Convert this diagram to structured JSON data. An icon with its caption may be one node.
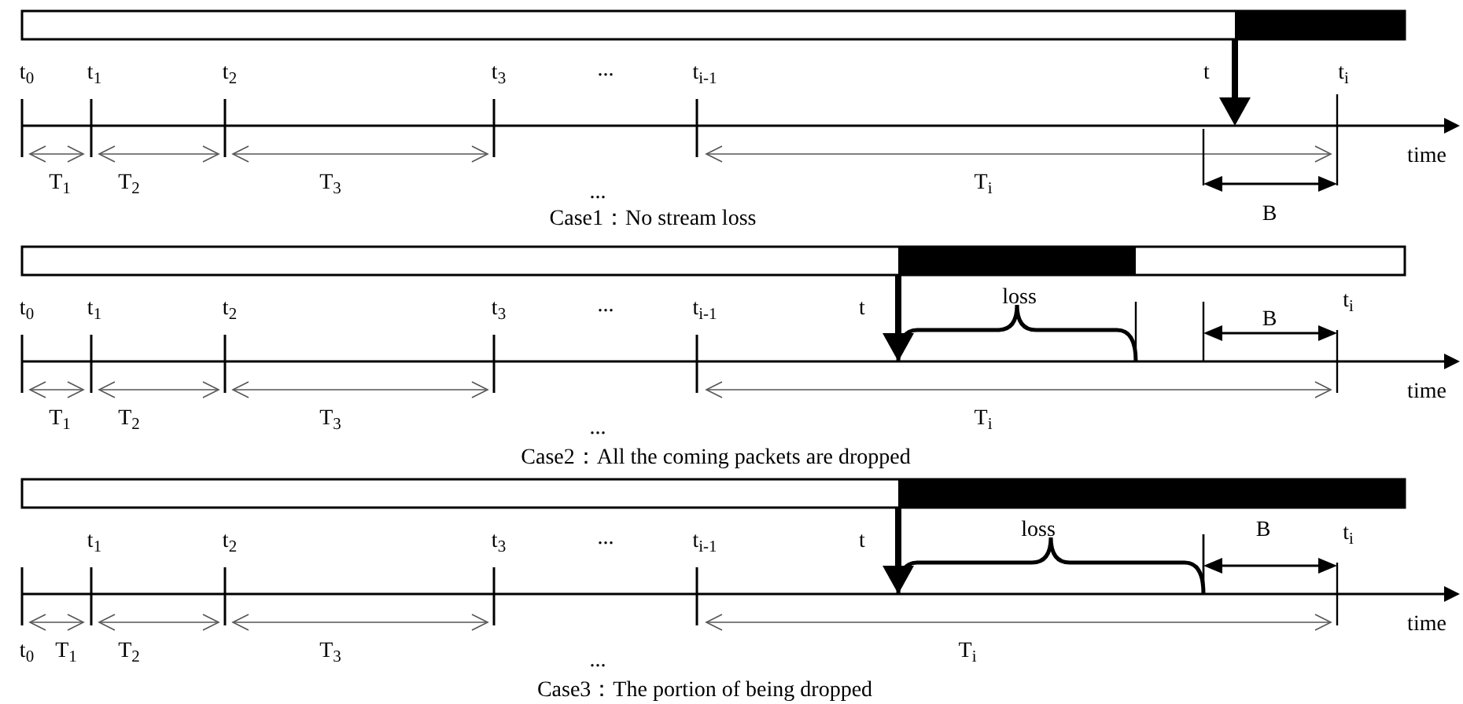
{
  "diagram": {
    "labels": [
      "t$_{0}$",
      "t$_{1}$",
      "t$_{2}$",
      "t$_{3}$",
      "...",
      "t$_{i-1}$",
      "t",
      "t$_{i}$",
      "time",
      "T$_{1}$",
      "T$_{2}$",
      "T$_{3}$",
      "...",
      "T$_{i}$",
      "Case1：No stream loss",
      "B",
      "t$_{0}$",
      "t$_{1}$",
      "t$_{2}$",
      "t$_{3}$",
      "...",
      "t$_{i-1}$",
      "t",
      "loss",
      "B",
      "t$_{i}$",
      "time",
      "T$_{1}$",
      "T$_{2}$",
      "T$_{3}$",
      "...",
      "T$_{i}$",
      "Case2：All the coming packets are dropped",
      "t$_{1}$",
      "t$_{2}$",
      "t$_{3}$",
      "...",
      "t$_{i-1}$",
      "t",
      "loss",
      "B",
      "t$_{i}$",
      "time",
      "t$_{0}$",
      "T$_{1}$",
      "T$_{2}$",
      "T$_{3}$",
      "...",
      "T$_{i}$",
      "Case3：The portion of being dropped"
    ]
  }
}
